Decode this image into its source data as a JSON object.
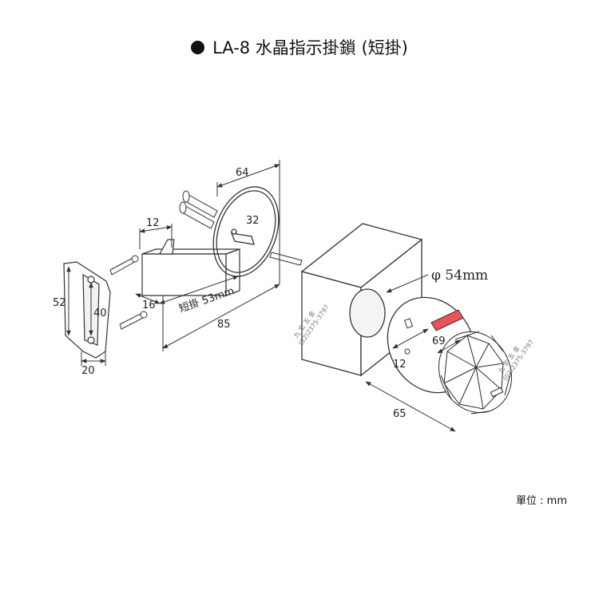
{
  "title": "LA-8 水晶指示掛鎖 (短掛)",
  "unit_label": "單位 : mm",
  "dimensions": {
    "d64": "64",
    "d32": "32",
    "d12_top": "12",
    "d16": "16",
    "d52": "52",
    "d40": "40",
    "d20": "20",
    "d85": "85",
    "short_hook": "短掛 53mm",
    "phi": "φ 54mm",
    "d69": "69",
    "d12_knob": "12",
    "d65": "65"
  },
  "watermark": {
    "name": "九 宏 五 金",
    "phone": "(02)2375-3797"
  },
  "colors": {
    "line": "#333333",
    "indicator": "#e8545a",
    "crystal": "#2a2a2a"
  }
}
